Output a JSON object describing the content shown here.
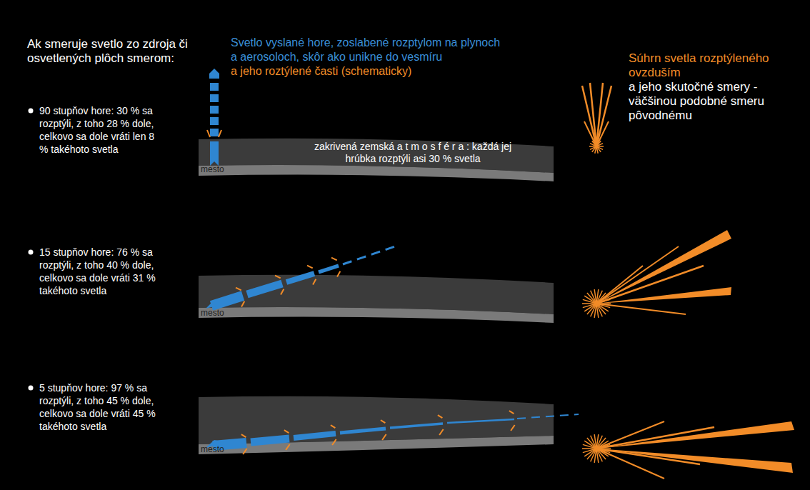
{
  "diagram": {
    "nodes": [
      {
        "text": [
          "zakrivená zemská a t m o s f é r a : každá jej hrúbka rozptýli asi 30 % svetla"
        ]
      }
    ],
    "labels": [
      "Ak smeruje svetlo zo zdroja či osvetlených plôch smerom:",
      "90 stupňov hore: 30 % sa rozptýli, z toho 28 % dole, celkovo sa dole vráti len 8 % takéhoto svetla",
      "15 stupňov hore: 76 % sa rozptýli, z toho 40 % dole, celkovo sa dole vráti 31 % takéhoto svetla",
      "5 stupňov hore: 97 % sa rozptýli, z toho 45 % dole, celkovo sa dole vráti 45 % takéhoto svetla",
      "Svetlo vyslané hore, zoslabené rozptylom na plynoch a aerosoloch, skôr ako unikne do vesmíru",
      "a jeho roztýlené časti (schematicky)",
      "Súhrn svetla rozptýleného ovzduším",
      "a jeho skutočné smery -väčšinou podobné smeru pôvodnému",
      "mesto",
      "mesto",
      "mesto"
    ]
  }
}
